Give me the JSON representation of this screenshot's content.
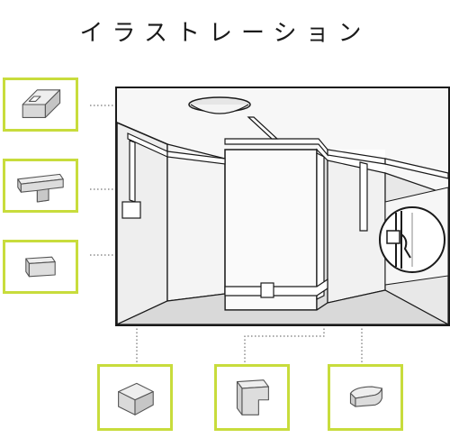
{
  "header": {
    "title": "イラストレーション"
  },
  "colors": {
    "frame": "#c8dc3c",
    "line": "#1a1a1a",
    "wall": "#f2f2f2",
    "floor": "#d9d9d9"
  },
  "parts": [
    {
      "name": "flat-elbow",
      "icon": "flat-elbow-icon"
    },
    {
      "name": "tee-joint",
      "icon": "tee-joint-icon"
    },
    {
      "name": "end-cap",
      "icon": "end-cap-icon"
    },
    {
      "name": "corner-elbow",
      "icon": "corner-elbow-icon"
    },
    {
      "name": "inside-corner",
      "icon": "inside-corner-icon"
    },
    {
      "name": "entry-cover",
      "icon": "entry-cover-icon"
    }
  ]
}
